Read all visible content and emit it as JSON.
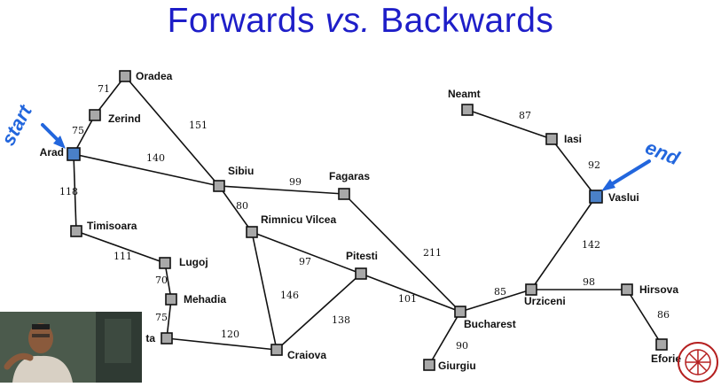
{
  "slide": {
    "title_part1": "Forwards ",
    "title_part2": "vs.",
    "title_part3": " Backwards"
  },
  "annotations": {
    "start_label": "start",
    "end_label": "end"
  },
  "colors": {
    "title": "#1e1ec8",
    "node_default": "#a8a8a8",
    "node_highlight": "#4a80c8",
    "annotation": "#2266dd"
  },
  "cities": [
    {
      "id": "oradea",
      "name": "Oradea",
      "highlight": false
    },
    {
      "id": "zerind",
      "name": "Zerind",
      "highlight": false
    },
    {
      "id": "arad",
      "name": "Arad",
      "highlight": true
    },
    {
      "id": "timisoara",
      "name": "Timisoara",
      "highlight": false
    },
    {
      "id": "lugoj",
      "name": "Lugoj",
      "highlight": false
    },
    {
      "id": "mehadia",
      "name": "Mehadia",
      "highlight": false
    },
    {
      "id": "dobreta",
      "name": "ta",
      "highlight": false
    },
    {
      "id": "craiova",
      "name": "Craiova",
      "highlight": false
    },
    {
      "id": "sibiu",
      "name": "Sibiu",
      "highlight": false
    },
    {
      "id": "rimnicu",
      "name": "Rimnicu Vilcea",
      "highlight": false
    },
    {
      "id": "fagaras",
      "name": "Fagaras",
      "highlight": false
    },
    {
      "id": "pitesti",
      "name": "Pitesti",
      "highlight": false
    },
    {
      "id": "bucharest",
      "name": "Bucharest",
      "highlight": false
    },
    {
      "id": "giurgiu",
      "name": "Giurgiu",
      "highlight": false
    },
    {
      "id": "urziceni",
      "name": "Urziceni",
      "highlight": false
    },
    {
      "id": "hirsova",
      "name": "Hirsova",
      "highlight": false
    },
    {
      "id": "eforie",
      "name": "Eforie",
      "highlight": false
    },
    {
      "id": "vaslui",
      "name": "Vaslui",
      "highlight": true
    },
    {
      "id": "iasi",
      "name": "Iasi",
      "highlight": false
    },
    {
      "id": "neamt",
      "name": "Neamt",
      "highlight": false
    }
  ],
  "roads": [
    {
      "from": "oradea",
      "to": "zerind",
      "distance": "71"
    },
    {
      "from": "zerind",
      "to": "arad",
      "distance": "75"
    },
    {
      "from": "oradea",
      "to": "sibiu",
      "distance": "151"
    },
    {
      "from": "arad",
      "to": "sibiu",
      "distance": "140"
    },
    {
      "from": "arad",
      "to": "timisoara",
      "distance": "118"
    },
    {
      "from": "timisoara",
      "to": "lugoj",
      "distance": "111"
    },
    {
      "from": "lugoj",
      "to": "mehadia",
      "distance": "70"
    },
    {
      "from": "mehadia",
      "to": "dobreta",
      "distance": "75"
    },
    {
      "from": "dobreta",
      "to": "craiova",
      "distance": "120"
    },
    {
      "from": "sibiu",
      "to": "fagaras",
      "distance": "99"
    },
    {
      "from": "sibiu",
      "to": "rimnicu",
      "distance": "80"
    },
    {
      "from": "rimnicu",
      "to": "pitesti",
      "distance": "97"
    },
    {
      "from": "rimnicu",
      "to": "craiova",
      "distance": "146"
    },
    {
      "from": "craiova",
      "to": "pitesti",
      "distance": "138"
    },
    {
      "from": "fagaras",
      "to": "bucharest",
      "distance": "211"
    },
    {
      "from": "pitesti",
      "to": "bucharest",
      "distance": "101"
    },
    {
      "from": "bucharest",
      "to": "giurgiu",
      "distance": "90"
    },
    {
      "from": "bucharest",
      "to": "urziceni",
      "distance": "85"
    },
    {
      "from": "urziceni",
      "to": "hirsova",
      "distance": "98"
    },
    {
      "from": "hirsova",
      "to": "eforie",
      "distance": "86"
    },
    {
      "from": "urziceni",
      "to": "vaslui",
      "distance": "142"
    },
    {
      "from": "vaslui",
      "to": "iasi",
      "distance": "92"
    },
    {
      "from": "iasi",
      "to": "neamt",
      "distance": "87"
    }
  ]
}
